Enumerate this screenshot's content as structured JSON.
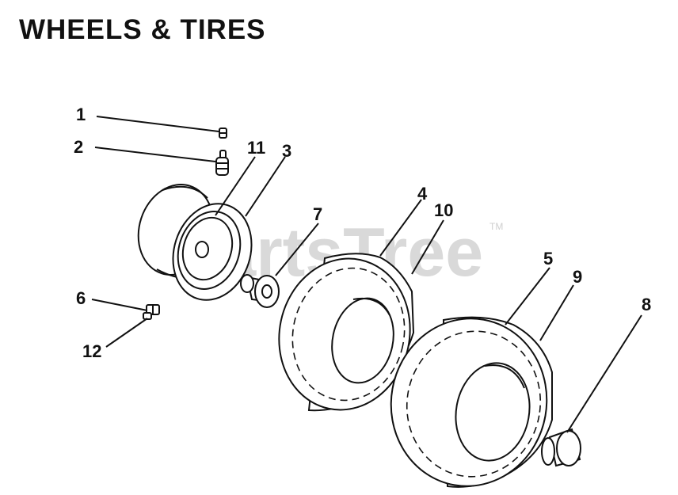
{
  "title": "WHEELS & TIRES",
  "watermark": "PartsTree",
  "watermark_tm": "TM",
  "callouts": {
    "c1": "1",
    "c2": "2",
    "c3": "3",
    "c4": "4",
    "c5": "5",
    "c6": "6",
    "c7": "7",
    "c8": "8",
    "c9": "9",
    "c10": "10",
    "c11": "11",
    "c12": "12"
  }
}
